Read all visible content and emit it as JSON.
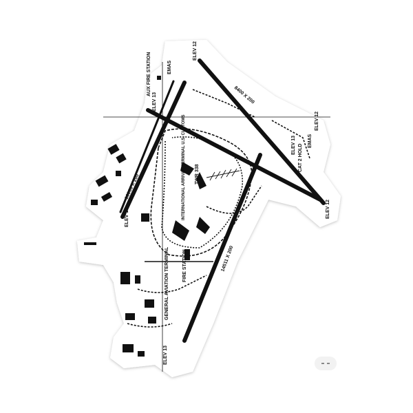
{
  "sticker": {
    "labels": {
      "aux_fire_station": "AUX FIRE STATION",
      "emas_top": "EMAS",
      "elev_top": "ELEV 12",
      "elev_nw": "ELEV 13",
      "runway_top": "8400 X 200",
      "runway_diag": "10000 X 200",
      "elev_right": "ELEV 12",
      "emas_right": "EMAS",
      "cat2_hold": "CAT 2 HOLD",
      "elev_right2": "ELEV 13",
      "tower": "TWR 338",
      "intl_terminal": "INTERNATIONAL ARRIVAL TERMINAL U.S. CUSTOMS",
      "elev_left": "ELEV 13",
      "fire_station": "FIRE STATION",
      "ga_terminal": "GENERAL AVIATION TERMINAL",
      "runway_long": "14511 X 200",
      "elev_bottom": "ELEV 13",
      "elev_bottom_right": "ELEV 12"
    },
    "colors": {
      "ink": "#111111",
      "outline": "#ffffff",
      "shadow": "#cccccc"
    }
  }
}
